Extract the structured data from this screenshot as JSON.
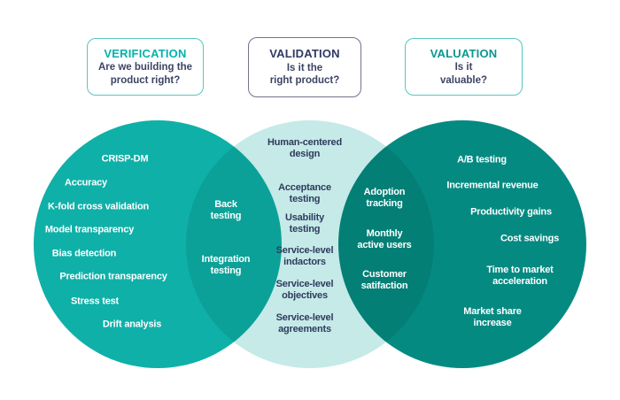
{
  "header": {
    "boxes": [
      {
        "title": "VERIFICATION",
        "question": "Are we building the\nproduct right?"
      },
      {
        "title": "VALIDATION",
        "question": "Is it the\nright product?"
      },
      {
        "title": "VALUATION",
        "question": "Is it\nvaluable?"
      }
    ]
  },
  "venn": {
    "verification_items": [
      "CRISP-DM",
      "Accuracy",
      "K-fold cross validation",
      "Model transparency",
      "Bias detection",
      "Prediction transparency",
      "Stress test",
      "Drift analysis"
    ],
    "verification_validation_overlap": [
      "Back\ntesting",
      "Integration\ntesting"
    ],
    "validation_items": [
      "Human-centered\ndesign",
      "Acceptance\ntesting",
      "Usability\ntesting",
      "Service-level\nindactors",
      "Service-level\nobjectives",
      "Service-level\nagreements"
    ],
    "validation_valuation_overlap": [
      "Adoption\ntracking",
      "Monthly\nactive users",
      "Customer\nsatifaction"
    ],
    "valuation_items": [
      "A/B testing",
      "Incremental revenue",
      "Productivity gains",
      "Cost savings",
      "Time to market\nacceleration",
      "Market share\nincrease"
    ]
  },
  "colors": {
    "verification_circle": "#0fb0a8",
    "validation_circle": "#c5eae7",
    "valuation_circle": "#058a82",
    "verification_title": "#00b3ab",
    "validation_title": "#2e3a62",
    "valuation_title": "#0a9790",
    "dark_text": "#2f3a5f",
    "light_text": "#ffffff",
    "teal_box_border": "#57c6c0",
    "gray_box_border": "#70748c"
  }
}
